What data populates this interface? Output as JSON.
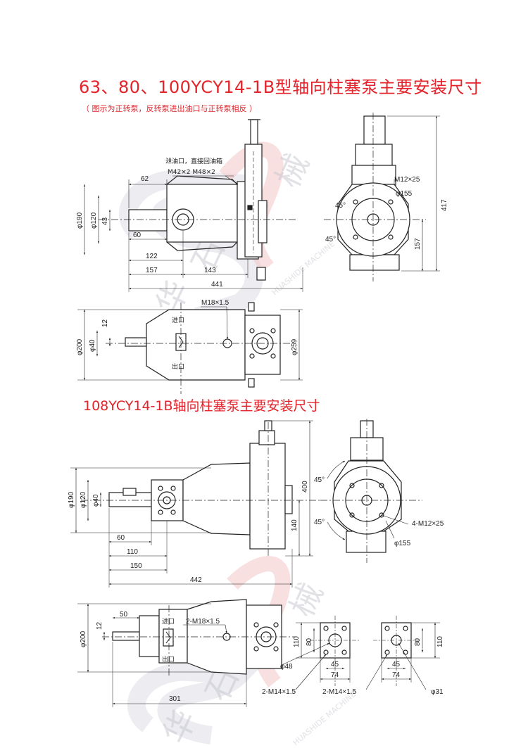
{
  "title1": "63、80、100YCY14-1B型轴向柱塞泵主要安装尺寸",
  "note1": "（ 图示为正转泵，反转泵进出油口与正转泵相反 ）",
  "title2": "108YCY14-1B轴向柱塞泵主要安装尺寸",
  "accent_color": "#e4232b",
  "watermark": {
    "chars": [
      "华",
      "石",
      "机",
      "械"
    ],
    "latin": "HUASHIDE MACHINE"
  },
  "view1": {
    "drain_note": "泄油口，直接回油箱",
    "thread_note": "M42×2  M48×2",
    "dims": {
      "d62": "62",
      "d190": "φ190",
      "d120": "φ120",
      "d43": "43",
      "d60": "60",
      "d122": "122",
      "d157": "157",
      "d143": "143",
      "d441": "441"
    }
  },
  "view2": {
    "dims": {
      "m12": "M12×25",
      "d155": "φ155",
      "a45a": "45°",
      "a45b": "45°",
      "d417": "417",
      "d157": "157"
    }
  },
  "view3": {
    "dims": {
      "m18": "M18×1.5",
      "d200": "φ200",
      "d40": "φ40",
      "d12": "12",
      "d259": "φ259"
    },
    "inlet": "进口",
    "outlet": "出口"
  },
  "view4": {
    "dims": {
      "d190": "φ190",
      "d120": "φ120",
      "d40": "φ40",
      "d60": "60",
      "d110": "110",
      "d150": "150",
      "d442": "442",
      "d400": "400",
      "d140": "140"
    }
  },
  "view5": {
    "dims": {
      "a45a": "45°",
      "a45b": "45°",
      "m12": "4-M12×25",
      "d155": "φ155"
    }
  },
  "view6": {
    "dims": {
      "d12": "12",
      "d50": "50",
      "d200": "φ200",
      "m18": "2-M18×1.5",
      "d301": "301"
    },
    "inlet": "进口",
    "outlet": "出口"
  },
  "flange1": {
    "dims": {
      "d110": "110",
      "d80": "80",
      "d48": "φ48",
      "d45": "45",
      "d74": "74",
      "m14": "2-M14×1.5"
    }
  },
  "flange2": {
    "dims": {
      "d80": "80",
      "d110": "110",
      "d45": "45",
      "d74": "74",
      "m14": "2-M14×1.5",
      "d31": "φ31"
    }
  }
}
